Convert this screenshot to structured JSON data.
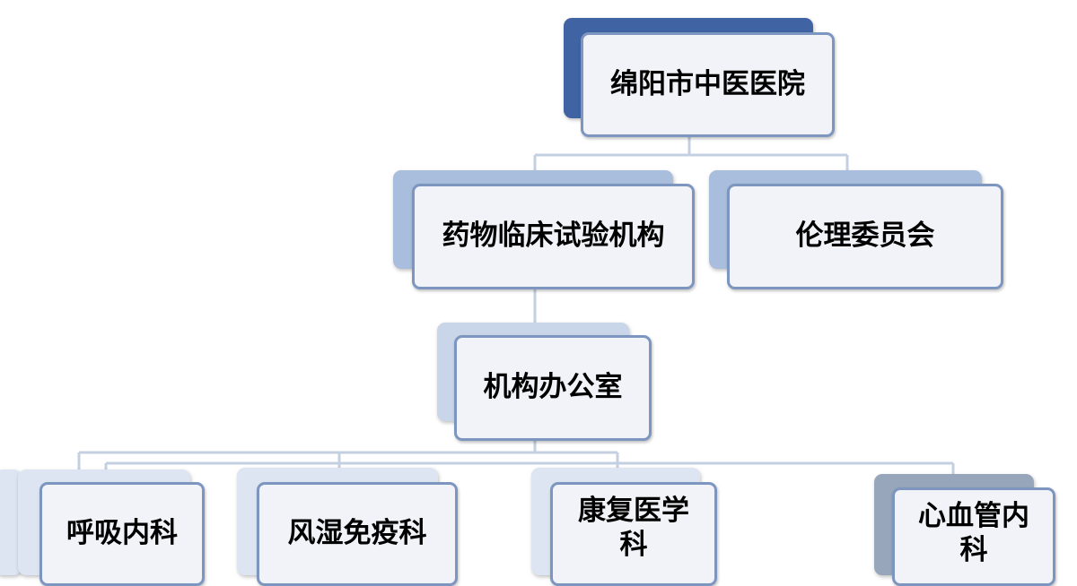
{
  "org_chart": {
    "root": "绵阳市中医医院",
    "level2": {
      "left": "药物临床试验机构",
      "right": "伦理委员会"
    },
    "level3": "机构办公室",
    "departments": {
      "d1": "呼吸内科",
      "d2": "风湿免疫科",
      "d3": "康复医学科",
      "d4": "心血管内科"
    }
  },
  "colors": {
    "root_accent": "#3f63a3",
    "level_accent": "#a9bedd",
    "dept_accent": "#dde5f2",
    "cardio_accent": "#97a6ba",
    "border": "#7d96c0",
    "connector": "#c4d0e2",
    "box_fill": "#f1f3f9"
  }
}
